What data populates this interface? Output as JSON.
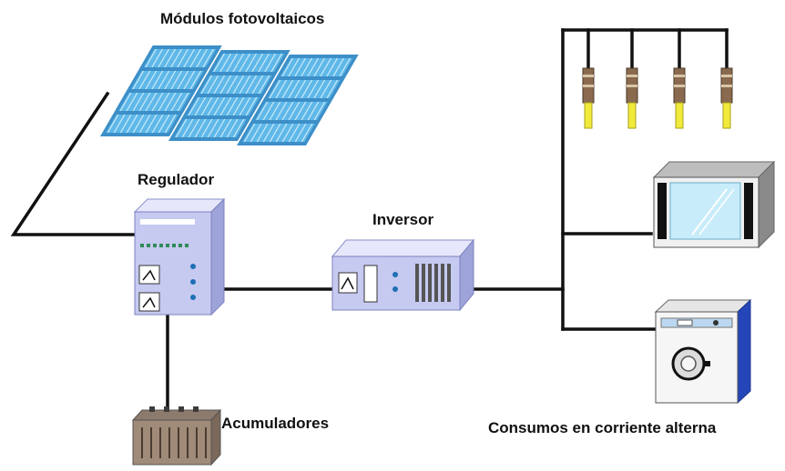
{
  "labels": {
    "modules": "Módulos fotovoltaicos",
    "regulator": "Regulador",
    "inverter": "Inversor",
    "batteries": "Acumuladores",
    "consumers": "Consumos en corriente alterna"
  },
  "colors": {
    "wire": "#111111",
    "panel_frame": "#3d8fc8",
    "panel_cell": "#5fb8e8",
    "panel_cell_line": "#d9f2ff",
    "device_face": "#c6c9f0",
    "device_side": "#9ea3d8",
    "device_top": "#e6e7fb",
    "status_led": "#2e8b57",
    "dot_blue": "#1e6fb5",
    "battery_body": "#a08a78",
    "tv_body": "#f0f0f0",
    "tv_screen": "#c8ecfa",
    "washer_body": "#f6f6f6",
    "washer_side": "#2546b8",
    "bulb_glass": "#f2ea3a",
    "bulb_base": "#8a6a4e"
  },
  "icons": [
    "solar-panel-icon",
    "regulator-icon",
    "inverter-icon",
    "battery-icon",
    "light-bulb-icon",
    "tv-icon",
    "washing-machine-icon"
  ]
}
